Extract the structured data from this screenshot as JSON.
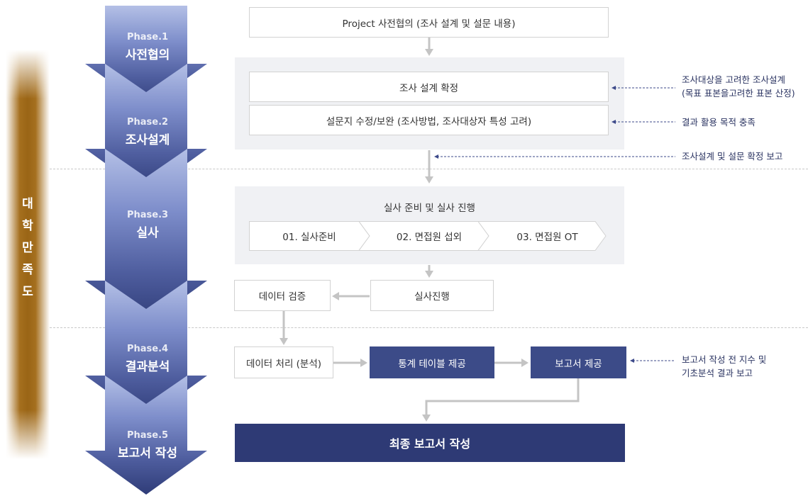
{
  "sidebar": {
    "chars": [
      "대",
      "학",
      "만",
      "족",
      "도"
    ]
  },
  "phases": [
    {
      "num": "Phase.1",
      "name": "사전협의"
    },
    {
      "num": "Phase.2",
      "name": "조사설계"
    },
    {
      "num": "Phase.3",
      "name": "실사"
    },
    {
      "num": "Phase.4",
      "name": "결과분석"
    },
    {
      "num": "Phase.5",
      "name": "보고서 작성"
    }
  ],
  "boxes": {
    "project": "Project 사전협의 (조사 설계 및 설문 내용)",
    "survey_confirm": "조사 설계 확정",
    "questionnaire": "설문지 수정/보완 (조사방법, 조사대상자 특성 고려)",
    "field_title": "실사 준비 및 실사 진행",
    "steps": [
      "01. 실사준비",
      "02. 면접원 섭외",
      "03. 면접원 OT"
    ],
    "field_progress": "실사진행",
    "data_check": "데이터 검증",
    "data_process": "데이터 처리 (분석)",
    "stats_table": "통계 테이블 제공",
    "report": "보고서 제공",
    "final_report": "최종 보고서 작성"
  },
  "notes": {
    "survey_target_1": "조사대상을 고려한 조사설계",
    "survey_target_2": "(목표 표본을고려한 표본 산정)",
    "purpose": "결과 활용 목적 충족",
    "confirm_report": "조사설계 및 설문 확정 보고",
    "index_report_1": "보고서 작성 전 지수 및",
    "index_report_2": "기초분석 결과 보고"
  },
  "colors": {
    "sidebar_gold": "#9a6516",
    "arrow_top": "#a6b3de",
    "arrow_bottom": "#34417c",
    "navy_box": "#3c4b88",
    "final_box": "#2e3a75",
    "panel_bg": "#f0f1f4",
    "connector": "#c4c4c4",
    "note_dash": "#3d4a8a"
  }
}
